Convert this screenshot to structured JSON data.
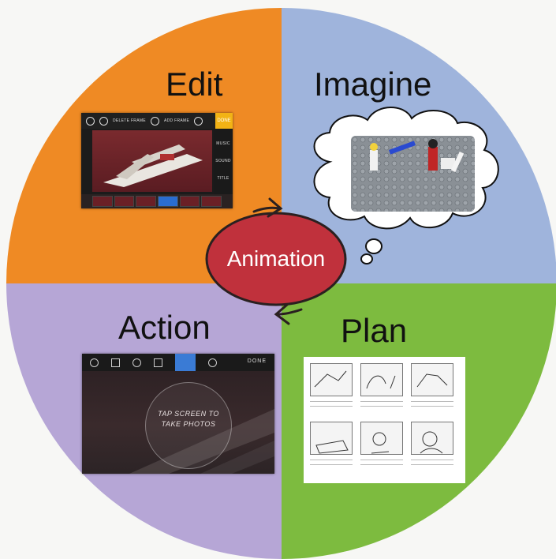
{
  "diagram": {
    "center": "Animation",
    "quadrants": [
      {
        "id": "edit",
        "label": "Edit",
        "color": "#ef8a24"
      },
      {
        "id": "imagine",
        "label": "Imagine",
        "color": "#9fb4dc"
      },
      {
        "id": "plan",
        "label": "Plan",
        "color": "#7dbb3f"
      },
      {
        "id": "action",
        "label": "Action",
        "color": "#b6a6d6"
      }
    ],
    "center_color": "#c0313c",
    "arrow_color": "#2a2020"
  },
  "edit_screenshot": {
    "top_buttons": [
      "DELETE FRAME",
      "ADD FRAME"
    ],
    "done_label": "DONE",
    "side_items": [
      "MUSIC",
      "SOUND",
      "TITLE"
    ]
  },
  "action_screenshot": {
    "done_label": "DONE",
    "tap_text_line1": "TAP SCREEN TO",
    "tap_text_line2": "TAKE PHOTOS"
  }
}
